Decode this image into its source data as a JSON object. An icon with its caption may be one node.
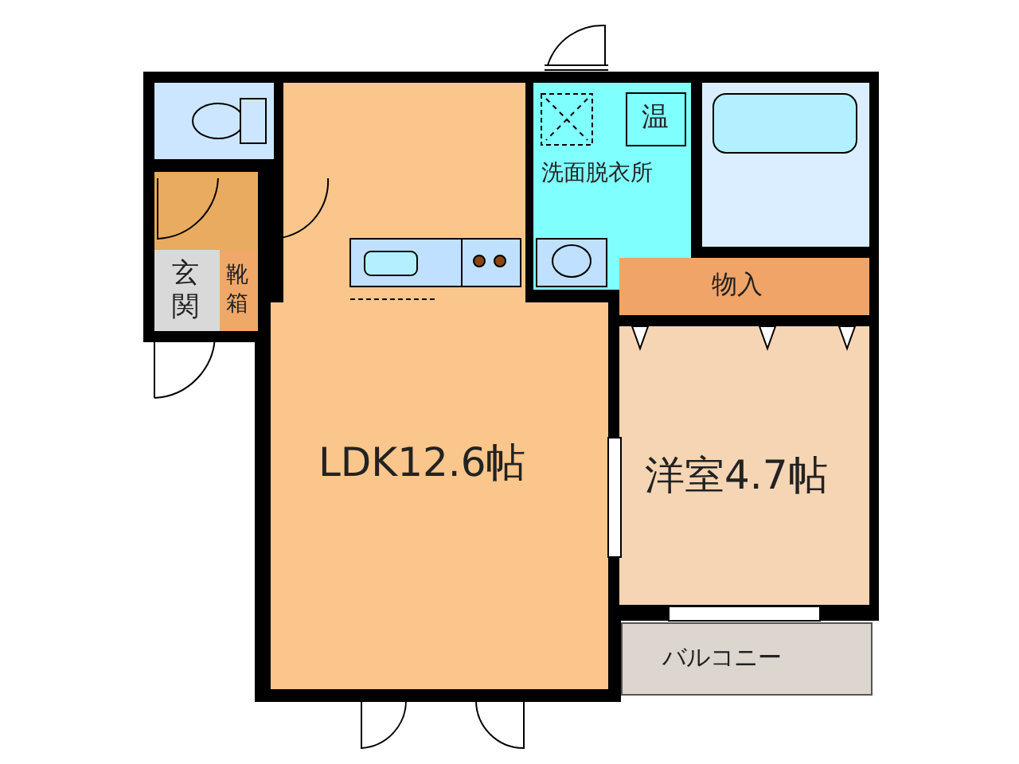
{
  "diagram": {
    "nodes": [
      {
        "text": [],
        "shape": "box"
      },
      {
        "text": [
          "洗面脱衣所"
        ]
      },
      {
        "text": [
          "温"
        ],
        "in": 1
      },
      {
        "text": [],
        "shape": "box"
      },
      {
        "text": [],
        "shape": "box"
      },
      {
        "text": [
          "玄関"
        ]
      },
      {
        "text": [
          "靴箱"
        ]
      },
      {
        "text": [
          "物入"
        ]
      },
      {
        "text": [
          "LDK12.6帖"
        ]
      },
      {
        "text": [
          "洋室4.7帖"
        ]
      },
      {
        "text": [
          "バルコニー"
        ]
      }
    ]
  }
}
